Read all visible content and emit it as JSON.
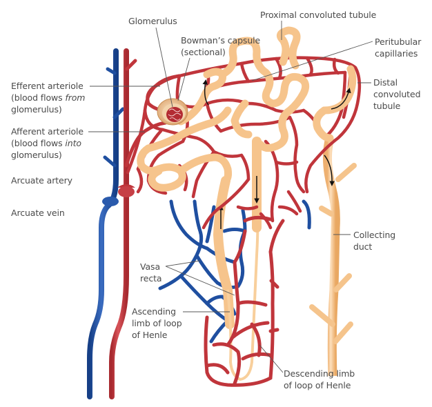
{
  "diagram": {
    "title": "Nephron with associated blood vessels",
    "colors": {
      "artery": "#c0353b",
      "artery_light": "#d9545a",
      "vein": "#1f4fa0",
      "vein_light": "#3a6cc0",
      "tubule": "#f6c48c",
      "tubule_light": "#fde0bd",
      "leader_line": "#555555",
      "text": "#4a4a4a"
    },
    "labels": {
      "glomerulus": "Glomerulus",
      "bowmans_capsule": [
        "Bowman’s capsule",
        "(sectional)"
      ],
      "proximal_tubule": "Proximal convoluted tubule",
      "peritubular": [
        "Peritubular",
        "capillaries"
      ],
      "efferent": {
        "line1": "Efferent arteriole",
        "line2_pre": "(blood flows ",
        "line2_em": "from",
        "line3": "glomerulus)"
      },
      "afferent": {
        "line1": "Afferent arteriole",
        "line2_pre": "(blood flows ",
        "line2_em": "into",
        "line3": "glomerulus)"
      },
      "distal_tubule": [
        "Distal",
        "convoluted",
        "tubule"
      ],
      "arcuate_artery": "Arcuate artery",
      "arcuate_vein": "Arcuate vein",
      "collecting_duct": [
        "Collecting",
        "duct"
      ],
      "vasa_recta": [
        "Vasa",
        "recta"
      ],
      "ascending_limb": [
        "Ascending",
        "limb of loop",
        "of Henle"
      ],
      "descending_limb": [
        "Descending limb",
        "of loop of Henle"
      ]
    },
    "flow_arrows": [
      "proximal-tubule-exit",
      "distal-tubule",
      "collecting-duct-entry",
      "ascending-limb-up",
      "descending-limb-down"
    ]
  }
}
